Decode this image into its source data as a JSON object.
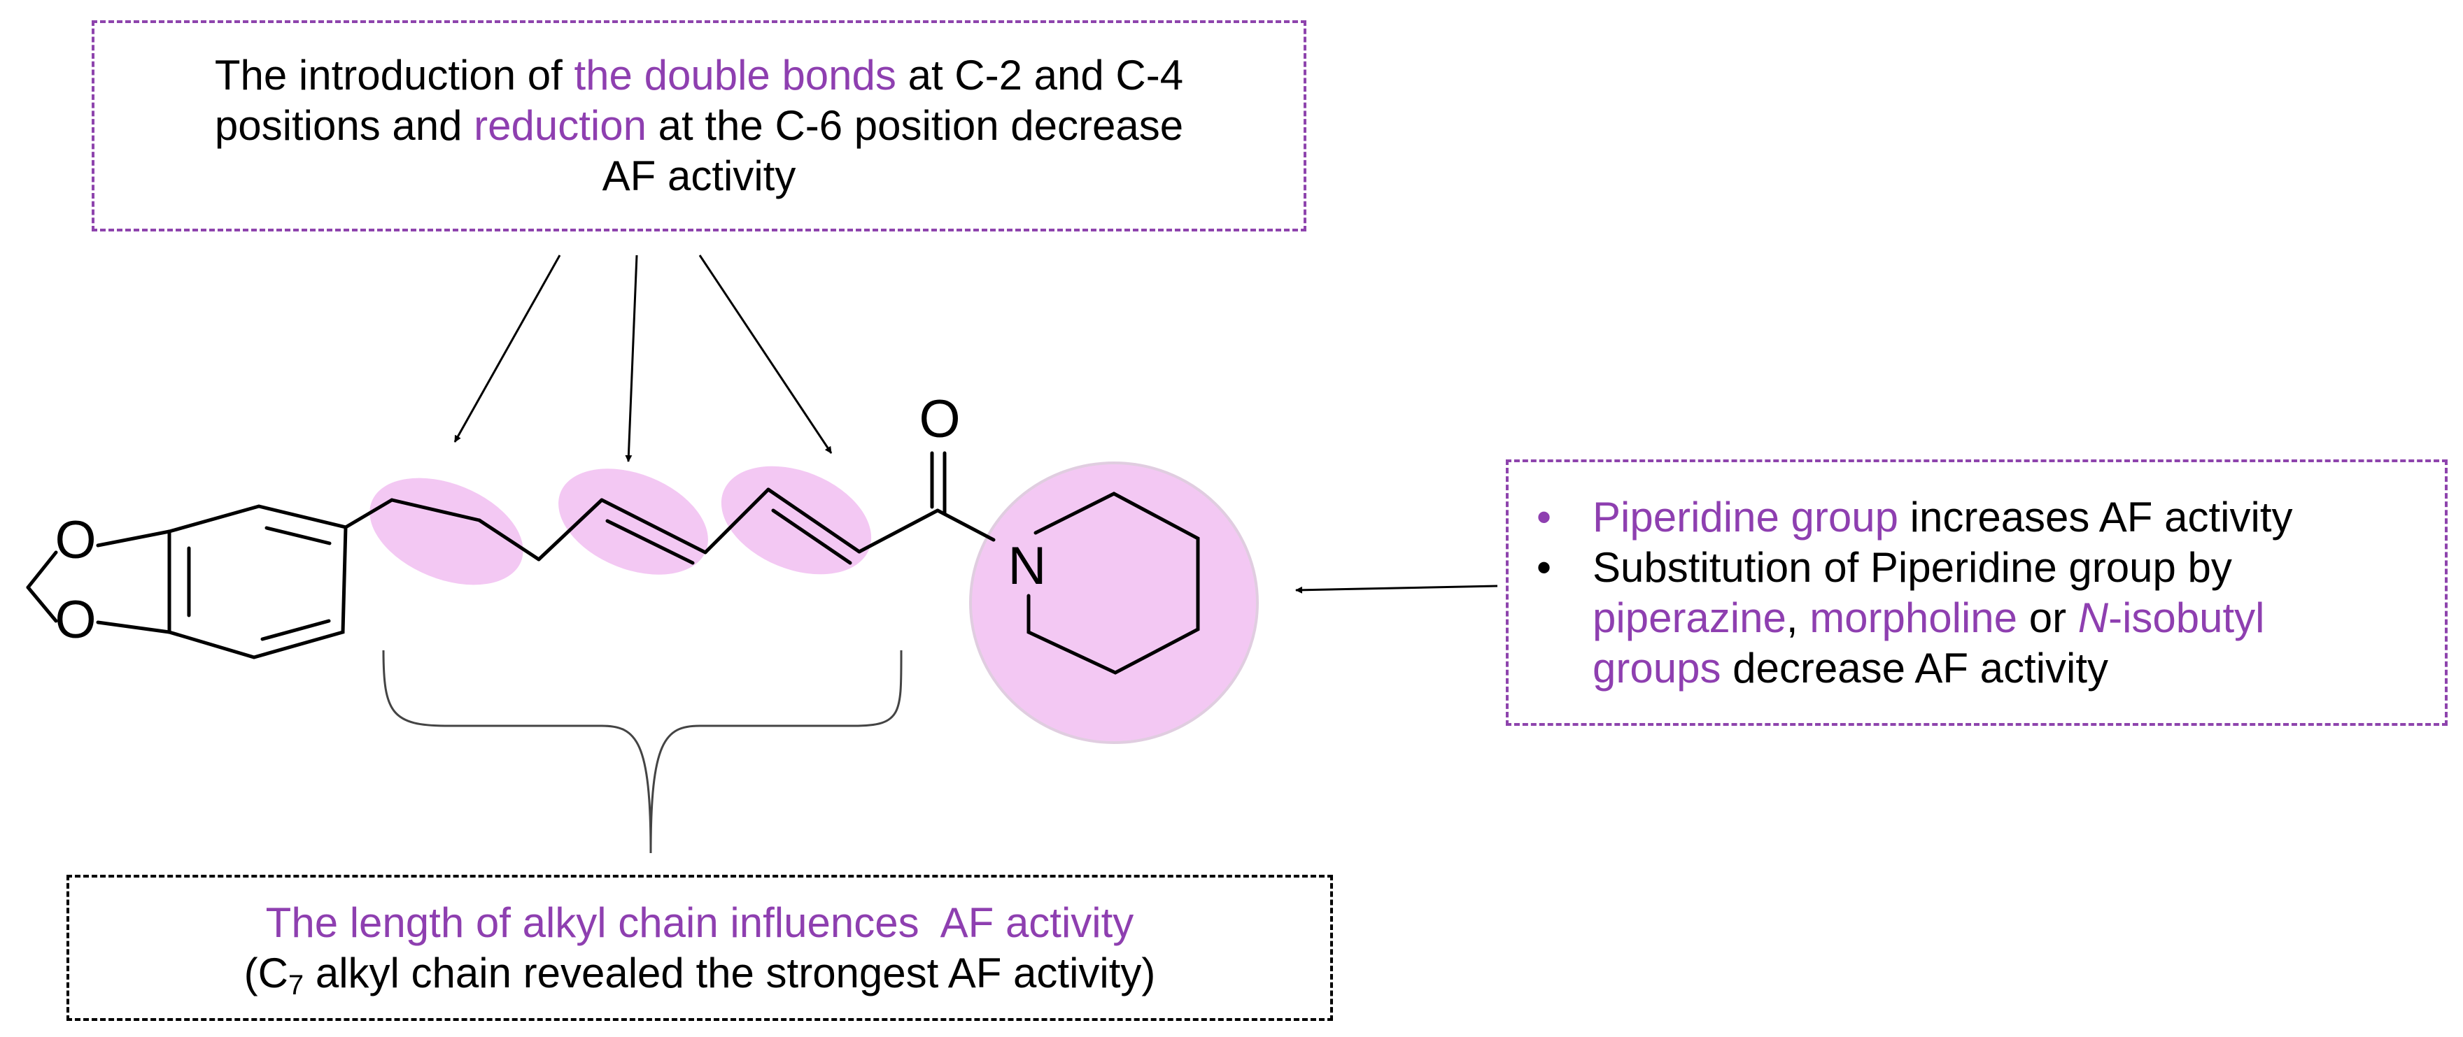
{
  "top_box": {
    "line1_a": "The introduction of ",
    "line1_hl": "the double bonds",
    "line1_b": " at C-2 and C-4",
    "line2_a": "positions and ",
    "line2_hl": "reduction",
    "line2_b": " at the C-6 position decrease",
    "line3": "AF activity"
  },
  "right_box": {
    "bullet1_marker": "•",
    "bullet1_hl": "Piperidine group",
    "bullet1_rest": " increases AF activity",
    "bullet2_marker": "•",
    "bullet2_a": "Substitution of Piperidine group by",
    "bullet2_hl1": "piperazine",
    "bullet2_sep1": ", ",
    "bullet2_hl2": "morpholine",
    "bullet2_sep2": " or ",
    "bullet2_hl3_italic": "N",
    "bullet2_hl3": "-isobutyl",
    "bullet2_hl4": "groups",
    "bullet2_end": " decrease AF activity"
  },
  "bottom_box": {
    "line1": "The length of alkyl chain influences  AF activity",
    "line2_a": "(C",
    "line2_sub": "7",
    "line2_b": " alkyl chain revealed the strongest AF activity)"
  },
  "molecule": {
    "atom_o_carbonyl": "O",
    "atom_n": "N",
    "atom_o_ring_top": "O",
    "atom_o_ring_bottom": "O"
  },
  "colors": {
    "highlight_text": "#8e3fb0",
    "highlight_fill": "#f3c8f3",
    "dashed_purple": "#8e44ad",
    "dashed_black": "#000000"
  }
}
